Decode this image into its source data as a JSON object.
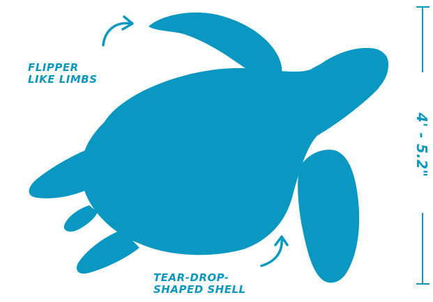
{
  "colors": {
    "turtle": "#0A98C2",
    "labels": "#0A98C2",
    "dimension": "#0A98C2"
  },
  "labels": {
    "flipper_line1": "FLIPPER",
    "flipper_line2": "LIKE LIMBS",
    "shell_line1": "TEAR-DROP-",
    "shell_line2": "SHAPED SHELL"
  },
  "dimension": {
    "text": "4' - 5.2\""
  }
}
